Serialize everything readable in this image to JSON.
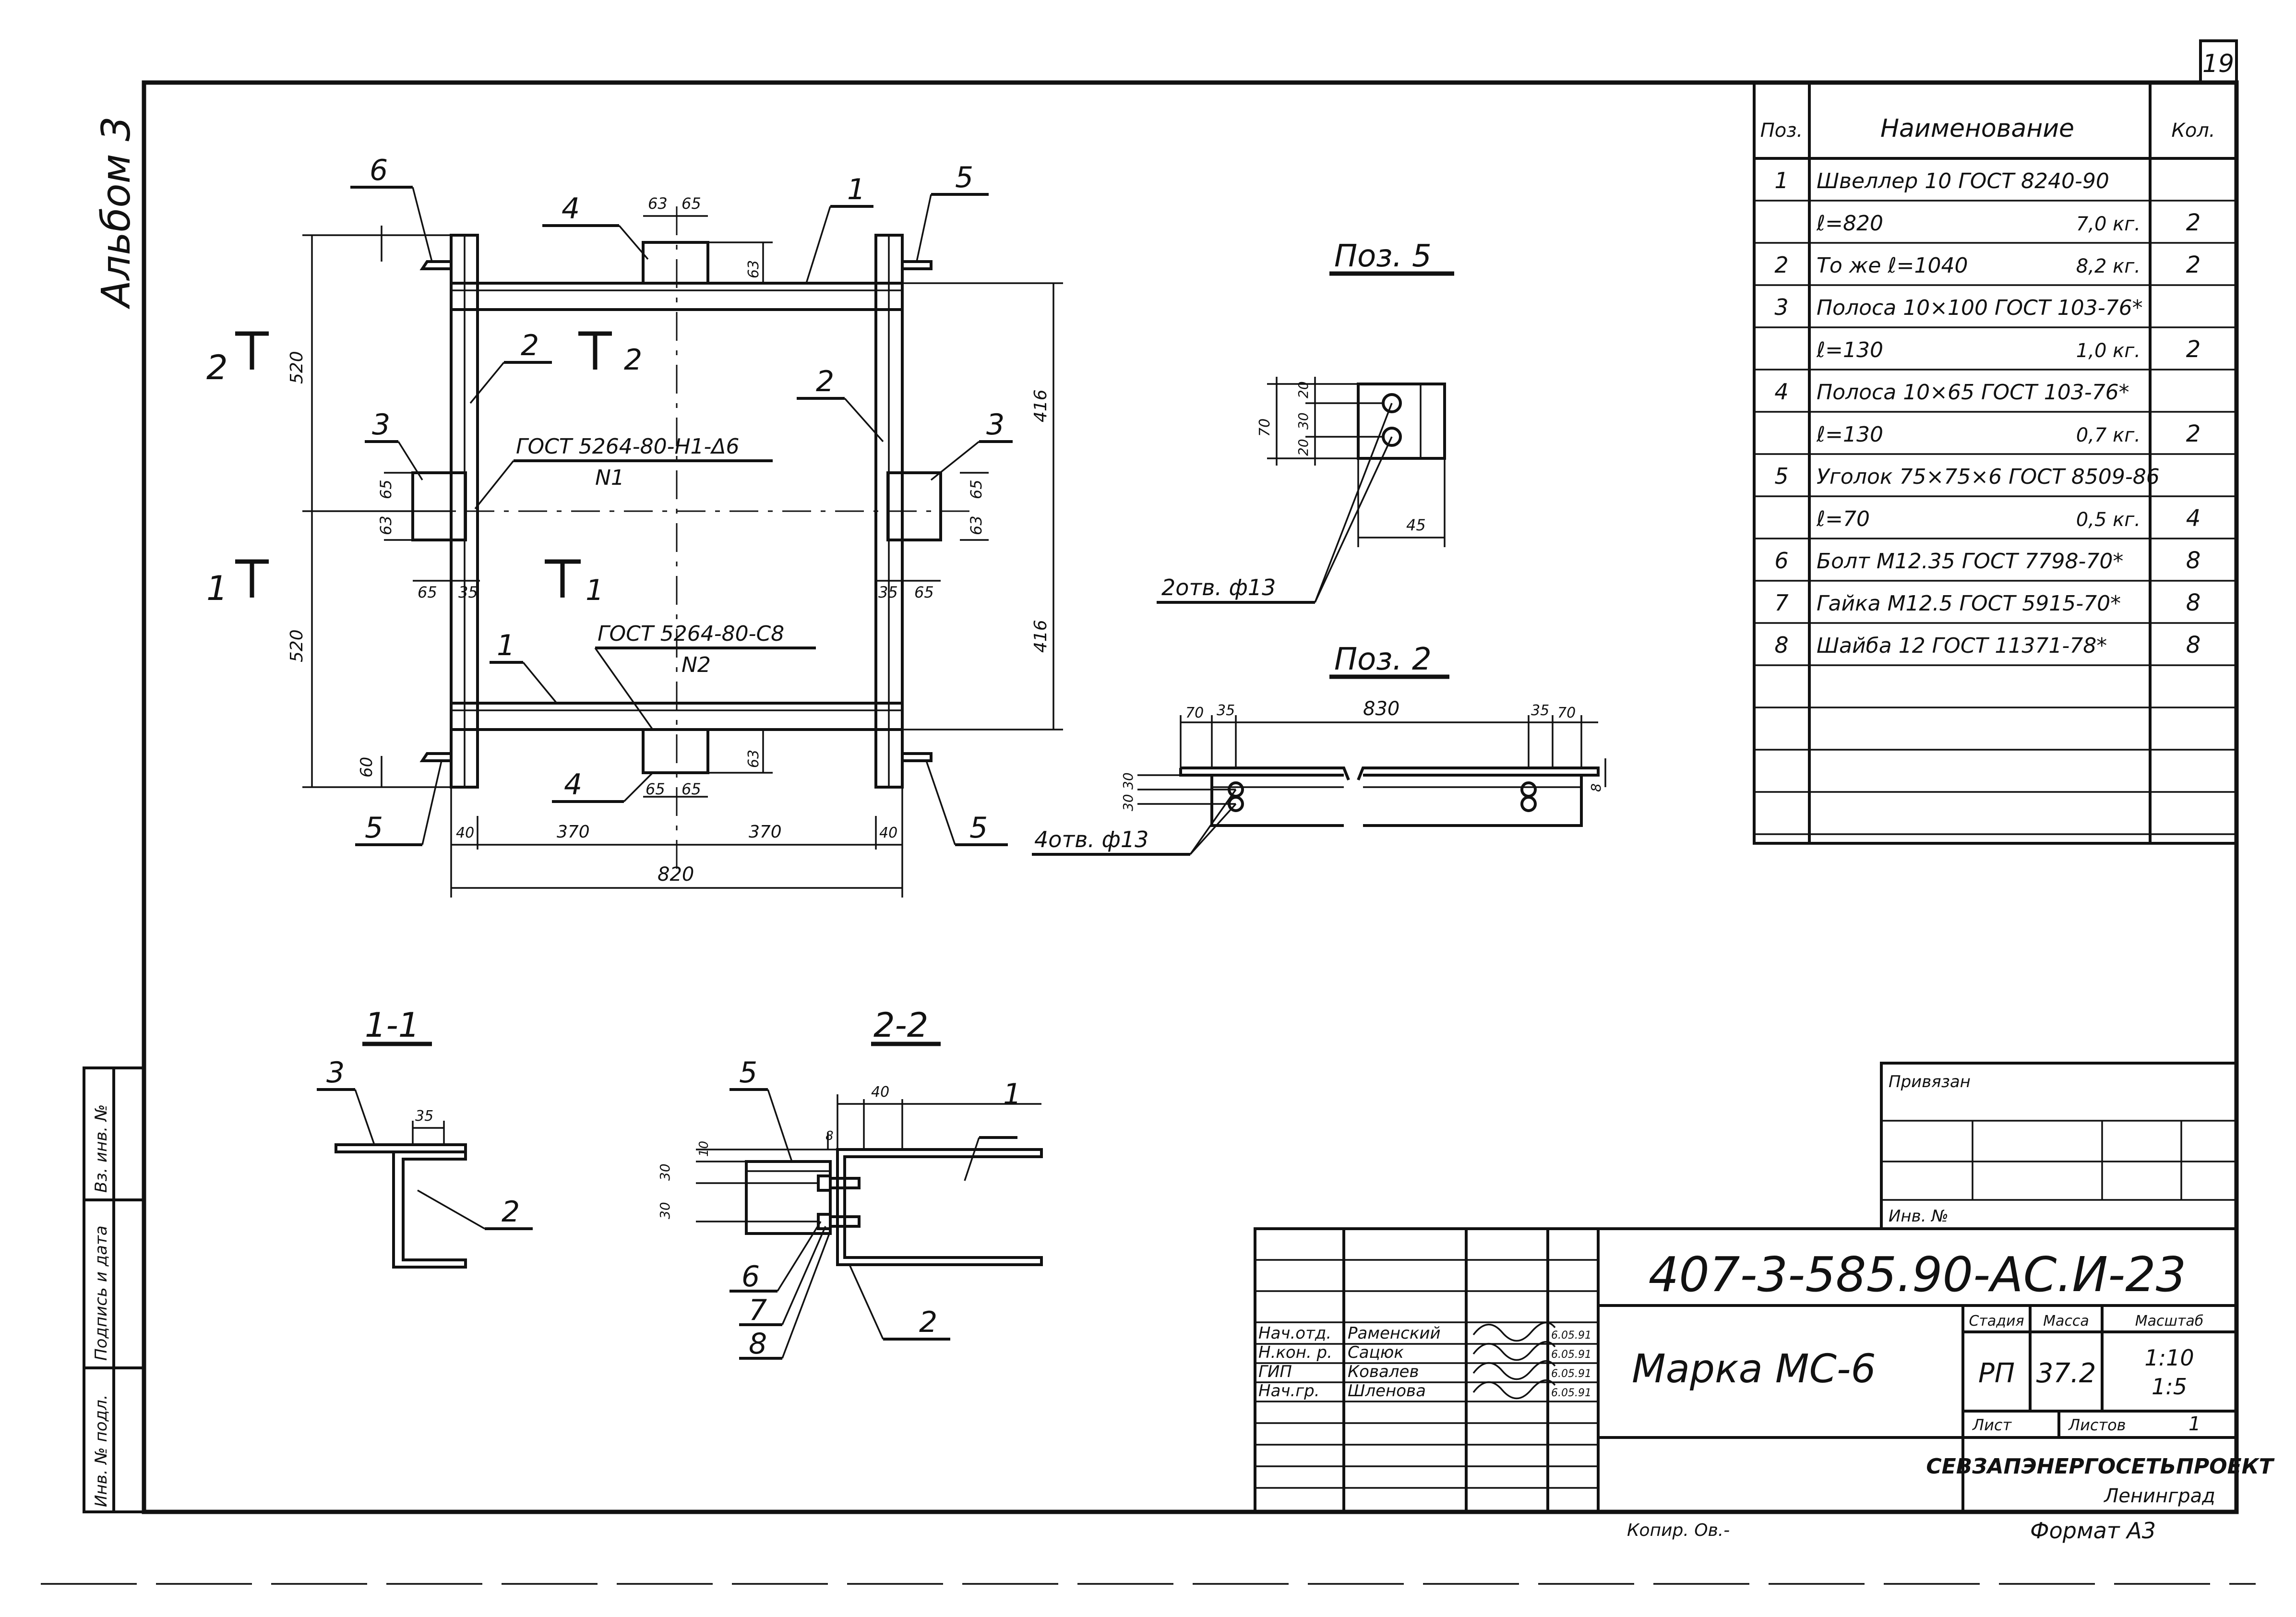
{
  "sheet": {
    "page_number": "19",
    "album_label": "Альбом 3",
    "side_labels": [
      "Инв. № подл.",
      "Подпись и дата",
      "Вз. инв. №"
    ],
    "designation": "407-3-585.90-АС.И-23",
    "title": "Марка МС-6",
    "stage_header": "Стадия",
    "mass_header": "Масса",
    "scale_header": "Масштаб",
    "stage": "РП",
    "mass": "37.2",
    "scale_1": "1:10",
    "scale_2": "1:5",
    "sheet_label": "Лист",
    "sheets_label": "Листов",
    "sheets_count": "1",
    "organization": "СЕВЗАПЭНЕРГОСЕТЬПРОЕКТ",
    "city": "Ленинград",
    "format": "Формат А3",
    "copied": "Копир. Ов.-",
    "attached_label": "Привязан",
    "inv_label": "Инв. №",
    "signatures": [
      {
        "role": "Нач.отд.",
        "name": "Раменский",
        "date": "6.05.91"
      },
      {
        "role": "Н.кон. р.",
        "name": "Сацюк",
        "date": "6.05.91"
      },
      {
        "role": "ГИП",
        "name": "Ковалев",
        "date": "6.05.91"
      },
      {
        "role": "Нач.гр.",
        "name": "Шленова",
        "date": "6.05.91"
      }
    ]
  },
  "spec": {
    "headers": {
      "pos": "Поз.",
      "name": "Наименование",
      "qty": "Кол."
    },
    "rows": [
      {
        "pos": "1",
        "name": "Швеллер 10 ГОСТ 8240-90",
        "mass": "",
        "qty": ""
      },
      {
        "pos": "",
        "name": "ℓ=820",
        "mass": "7,0 кг.",
        "qty": "2"
      },
      {
        "pos": "2",
        "name": "То же  ℓ=1040",
        "mass": "8,2 кг.",
        "qty": "2"
      },
      {
        "pos": "3",
        "name": "Полоса 10×100 ГОСТ 103-76*",
        "mass": "",
        "qty": ""
      },
      {
        "pos": "",
        "name": "ℓ=130",
        "mass": "1,0 кг.",
        "qty": "2"
      },
      {
        "pos": "4",
        "name": "Полоса 10×65 ГОСТ 103-76*",
        "mass": "",
        "qty": ""
      },
      {
        "pos": "",
        "name": "ℓ=130",
        "mass": "0,7 кг.",
        "qty": "2"
      },
      {
        "pos": "5",
        "name": "Уголок 75×75×6 ГОСТ 8509-86",
        "mass": "",
        "qty": ""
      },
      {
        "pos": "",
        "name": "ℓ=70",
        "mass": "0,5 кг.",
        "qty": "4"
      },
      {
        "pos": "6",
        "name": "Болт М12.35 ГОСТ 7798-70*",
        "mass": "",
        "qty": "8"
      },
      {
        "pos": "7",
        "name": "Гайка М12.5 ГОСТ 5915-70*",
        "mass": "",
        "qty": "8"
      },
      {
        "pos": "8",
        "name": "Шайба 12 ГОСТ 11371-78*",
        "mass": "",
        "qty": "8"
      }
    ]
  },
  "drawing": {
    "weld_1": "ГОСТ 5264-80-Н1-Δ6",
    "weld_1_no": "N1",
    "weld_2": "ГОСТ 5264-80-С8",
    "weld_2_no": "N2",
    "view_pos5": "Поз. 5",
    "view_pos2": "Поз. 2",
    "section_11": "1-1",
    "section_22": "2-2",
    "holes_pos5": "2отв. ф13",
    "holes_pos2": "4отв. ф13",
    "dim_820": "820",
    "dim_370": "370",
    "dim_40": "40",
    "dim_520": "520",
    "dim_416": "416",
    "dim_60": "60",
    "dim_63": "63",
    "dim_65": "65",
    "dim_35": "35",
    "dim_830": "830",
    "dim_70": "70",
    "dim_30": "30",
    "dim_20": "20",
    "dim_45": "45",
    "dim_10": "10",
    "dim_8": "8",
    "cut_1": "1",
    "cut_2": "2"
  }
}
